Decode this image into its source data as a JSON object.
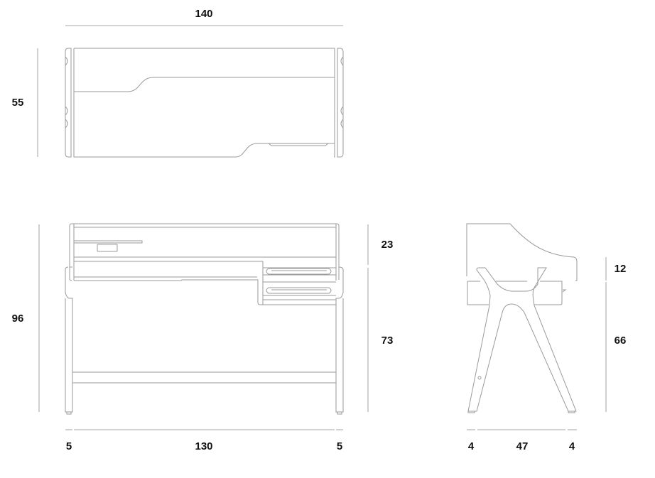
{
  "drawing": {
    "top_view": {
      "width_label": "140",
      "depth_label": "55"
    },
    "front_view": {
      "height_label": "96",
      "upper_height_label": "23",
      "lower_height_label": "73",
      "left_leg_label": "5",
      "span_label": "130",
      "right_leg_label": "5"
    },
    "side_view": {
      "upper_height_label": "12",
      "lower_height_label": "66",
      "left_foot_label": "4",
      "span_label": "47",
      "right_foot_label": "4"
    }
  }
}
